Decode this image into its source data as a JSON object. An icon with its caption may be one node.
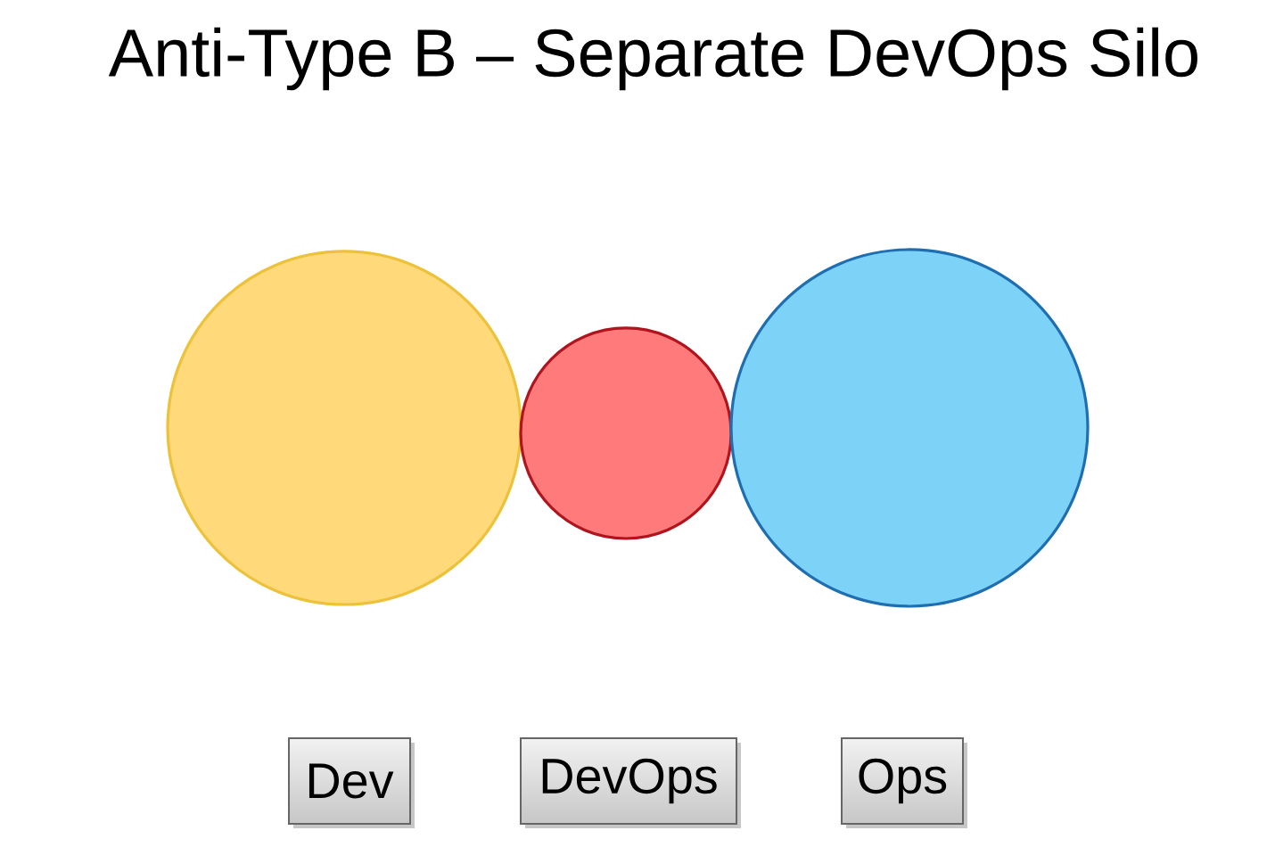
{
  "diagram": {
    "title": "Anti-Type B – Separate DevOps Silo",
    "nodes": [
      {
        "text": [],
        "shape": "circle"
      },
      {
        "text": [],
        "shape": "circle"
      },
      {
        "text": [],
        "shape": "circle"
      },
      {
        "text": [
          "Dev"
        ]
      },
      {
        "text": [
          "DevOps"
        ]
      },
      {
        "text": [
          "Ops"
        ]
      }
    ]
  }
}
